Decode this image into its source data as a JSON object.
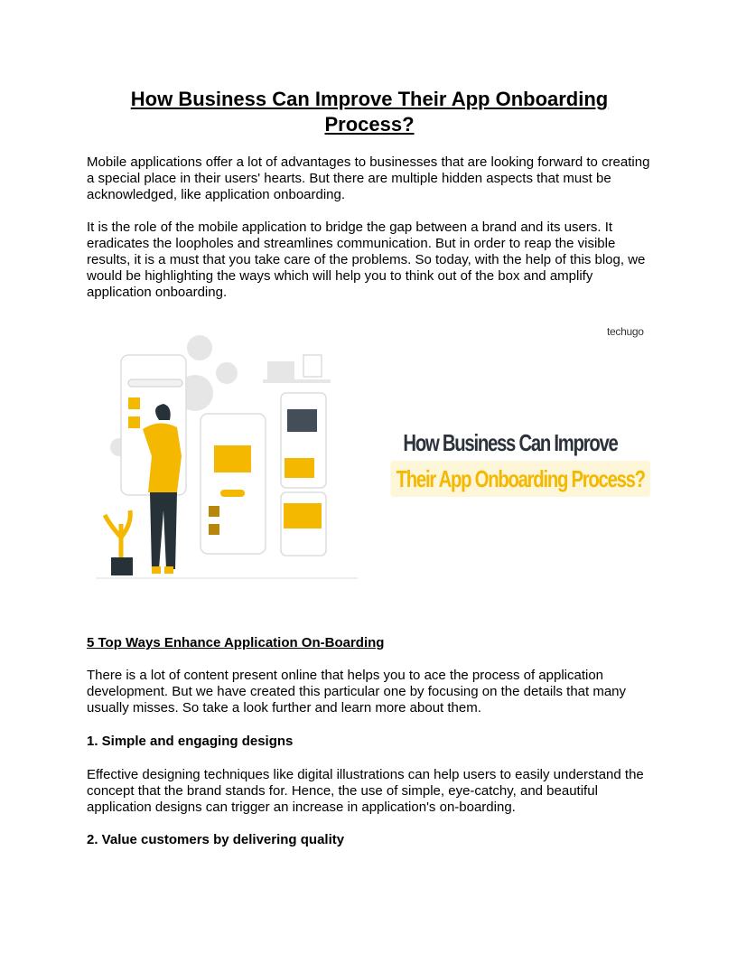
{
  "title": "How Business Can Improve Their App Onboarding Process?",
  "paragraphs": [
    "Mobile applications offer a lot of advantages to businesses that are looking forward to creating a special place in their users' hearts. But there are multiple hidden aspects that must be acknowledged, like application onboarding.",
    "It is the role of the mobile application to bridge the gap between a brand and its users. It eradicates the loopholes and streamlines communication. But in order to reap the visible results, it is a must that you take care of the problems. So today, with the help of this blog, we would be highlighting the ways which will help you to think out of the box and amplify application onboarding."
  ],
  "banner": {
    "logo": "techugo",
    "line1": "How Business Can Improve",
    "line2": "Their App Onboarding Process?"
  },
  "section_heading": "5 Top Ways Enhance Application On-Boarding",
  "section_intro": "There is a lot of content present online that helps you to ace the process of application development. But we have created this particular one by focusing on the details that many usually misses. So take a look further and learn more about them.",
  "items": [
    {
      "heading": "1. Simple and engaging designs",
      "text": "Effective designing techniques like digital illustrations can help users to easily understand the concept that the brand stands for. Hence, the use of simple, eye-catchy, and beautiful application designs can trigger an increase in application's on-boarding."
    },
    {
      "heading": "2. Value customers by delivering quality"
    }
  ]
}
